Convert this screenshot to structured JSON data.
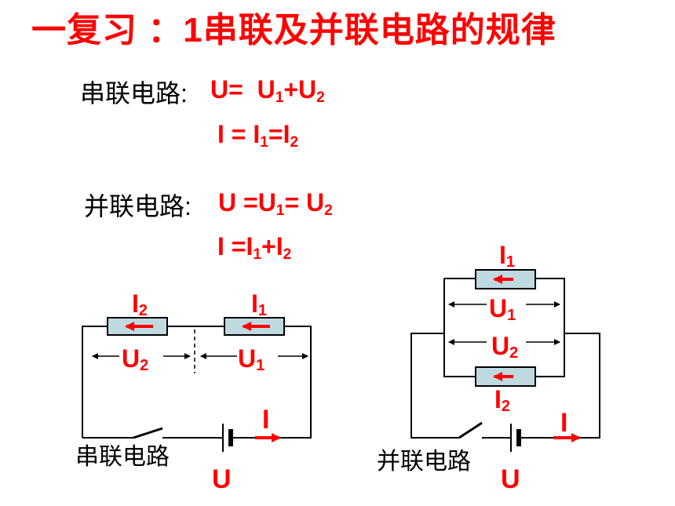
{
  "title": "一复习 ：1串联及并联电路的规律",
  "series_rule": {
    "label": "串联电路:",
    "voltage": {
      "lhs": "U=",
      "t1": "U",
      "s1": "1",
      "plus": "+U",
      "s2": "2"
    },
    "current": {
      "lhs": "I = I",
      "s1": "1",
      "mid": "=I",
      "s2": "2"
    }
  },
  "parallel_rule": {
    "label": "并联电路:",
    "voltage": {
      "lhs": "U =U",
      "s1": "1",
      "mid": "= U",
      "s2": "2"
    },
    "current": {
      "lhs": "I =I",
      "s1": "1",
      "plus": "+I",
      "s2": "2"
    }
  },
  "series_circuit": {
    "caption": "串联电路",
    "I2": {
      "base": "I",
      "sub": "2"
    },
    "I1": {
      "base": "I",
      "sub": "1"
    },
    "U2": {
      "base": "U",
      "sub": "2"
    },
    "U1": {
      "base": "U",
      "sub": "1"
    },
    "current": "I",
    "source": "U"
  },
  "parallel_circuit": {
    "caption": "并联电路",
    "I1": {
      "base": "I",
      "sub": "1"
    },
    "I2": {
      "base": "I",
      "sub": "2"
    },
    "U1": {
      "base": "U",
      "sub": "1"
    },
    "U2": {
      "base": "U",
      "sub": "2"
    },
    "current": "I",
    "source": "U"
  },
  "colors": {
    "accent": "#ff0000",
    "resistor_fill": "#bfd9e0",
    "wire": "#000000"
  }
}
